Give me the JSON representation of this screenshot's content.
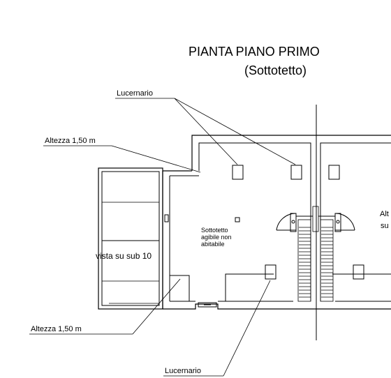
{
  "drawing": {
    "title": "PIANTA PIANO PRIMO",
    "subtitle": "(Sottotetto)",
    "labels": {
      "lucernario_top": "Lucernario",
      "altezza_left": "Altezza 1,50 m",
      "altezza_bottom": "Altezza 1,50 m",
      "lucernario_bottom": "Lucernario",
      "vista": "vista su sub 10",
      "room_line1": "Sottotetto",
      "room_line2": "agibile non",
      "room_line3": "abitabile",
      "cut_right_1": "Alt",
      "cut_right_2": "su"
    }
  },
  "colors": {
    "line": "#000000",
    "background": "#ffffff"
  }
}
